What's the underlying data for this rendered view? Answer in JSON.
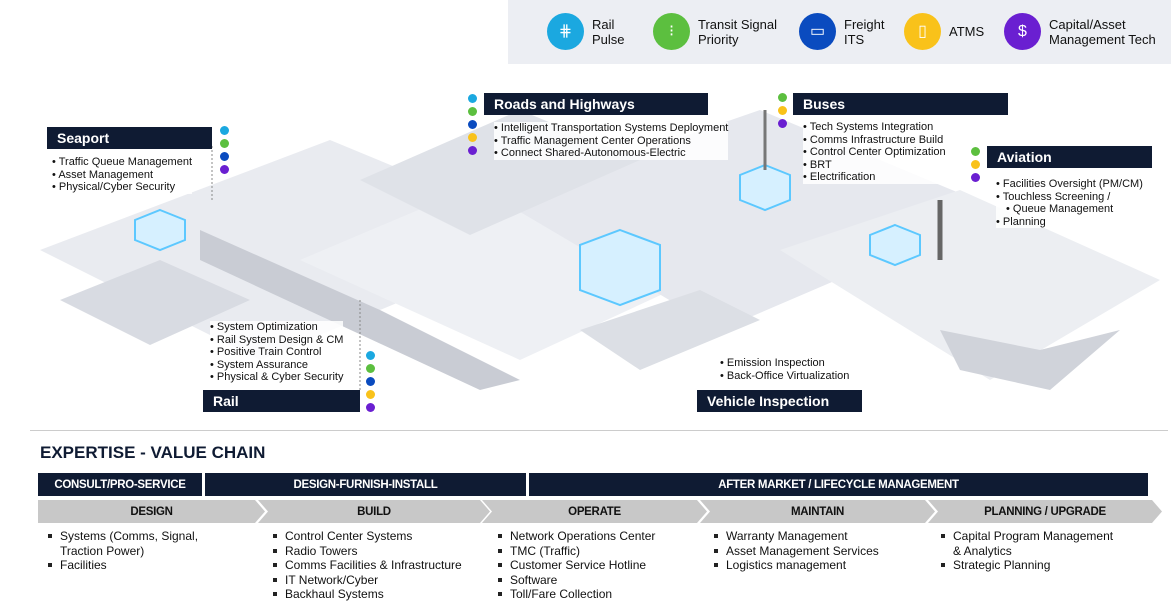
{
  "legend": [
    {
      "label": "Rail Pulse",
      "icon": "rail-track-icon",
      "color": "#1ba8e0"
    },
    {
      "label": "Transit Signal Priority",
      "icon": "traffic-light-icon",
      "color": "#5cbf3f"
    },
    {
      "label": "Freight ITS",
      "icon": "freight-car-icon",
      "color": "#0a4bbf"
    },
    {
      "label": "ATMS",
      "icon": "map-icon",
      "color": "#f9c21a"
    },
    {
      "label": "Capital/Asset Management Tech",
      "icon": "gear-dollar-icon",
      "color": "#6a1fd1"
    }
  ],
  "sectors": {
    "seaport": {
      "title": "Seaport",
      "items": [
        "Traffic Queue Management",
        "Asset Management",
        "Physical/Cyber Security"
      ]
    },
    "roads": {
      "title": "Roads and Highways",
      "items": [
        "Intelligent Transportation Systems Deployment",
        "Traffic Management Center Operations",
        "Connect Shared-Autonomous-Electric"
      ]
    },
    "buses": {
      "title": "Buses",
      "items": [
        "Tech Systems Integration",
        "Comms Infrastructure Build",
        "Control Center Optimization",
        "BRT",
        "Electrification"
      ]
    },
    "aviation": {
      "title": "Aviation",
      "items": [
        "Facilities Oversight (PM/CM)",
        "Touchless Screening /",
        "Queue Management",
        "Planning"
      ]
    },
    "rail": {
      "title": "Rail",
      "items": [
        "System Optimization",
        "Rail System Design & CM",
        "Positive Train Control",
        "System Assurance",
        "Physical & Cyber Security"
      ]
    },
    "vehicle": {
      "title": "Vehicle Inspection",
      "items": [
        "Emission Inspection",
        "Back-Office Virtualization"
      ]
    }
  },
  "value_chain": {
    "title": "EXPERTISE - VALUE CHAIN",
    "phases": [
      "CONSULT/PRO-SERVICE",
      "DESIGN-FURNISH-INSTALL",
      "AFTER MARKET / LIFECYCLE MANAGEMENT"
    ],
    "stages": [
      {
        "label": "DESIGN",
        "items": [
          "Systems (Comms, Signal,",
          "Traction Power)",
          "Facilities"
        ]
      },
      {
        "label": "BUILD",
        "items": [
          "Control Center Systems",
          "Radio Towers",
          "Comms Facilities & Infrastructure",
          "IT Network/Cyber",
          "Backhaul Systems"
        ]
      },
      {
        "label": "OPERATE",
        "items": [
          "Network Operations Center",
          "TMC (Traffic)",
          "Customer Service Hotline",
          "Software",
          "Toll/Fare Collection"
        ]
      },
      {
        "label": "MAINTAIN",
        "items": [
          "Warranty Management",
          "Asset Management Services",
          "Logistics management"
        ]
      },
      {
        "label": "PLANNING / UPGRADE",
        "items": [
          "Capital Program Management",
          "& Analytics",
          "Strategic Planning"
        ]
      }
    ]
  },
  "colors": {
    "navy": "#0f1b33",
    "cyan": "#1ba8e0",
    "green": "#5cbf3f",
    "blue": "#0a4bbf",
    "yellow": "#f9c21a",
    "purple": "#6a1fd1"
  }
}
